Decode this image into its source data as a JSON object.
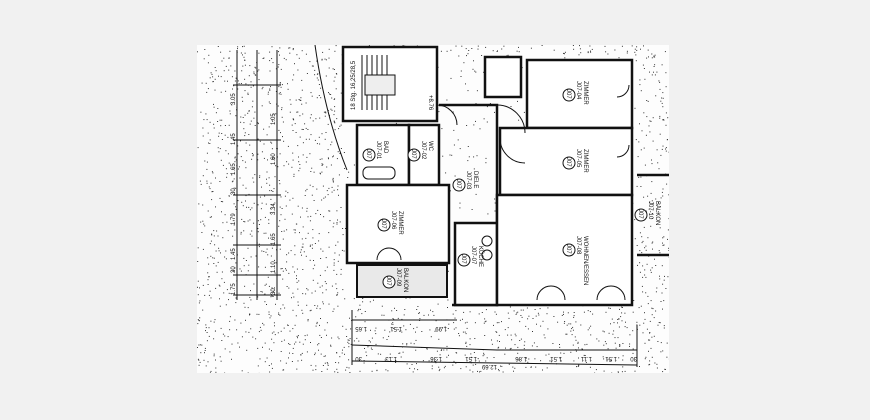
{
  "rooms": [
    {
      "id": "J07-01",
      "name": "BAD",
      "badge": "J07"
    },
    {
      "id": "J07-02",
      "name": "WC",
      "badge": "J07"
    },
    {
      "id": "J07-03",
      "name": "DIELE",
      "badge": "J07"
    },
    {
      "id": "J07-04",
      "name": "ZIMMER",
      "badge": "J07"
    },
    {
      "id": "J07-05",
      "name": "ZIMMER",
      "badge": "J07"
    },
    {
      "id": "J07-06",
      "name": "ZIMMER",
      "badge": "J07"
    },
    {
      "id": "J07-07",
      "name": "KÜCHE",
      "badge": "J07"
    },
    {
      "id": "J07-08",
      "name": "WOHNEN/ESSEN",
      "badge": "J07"
    },
    {
      "id": "J07-09",
      "name": "BALKON",
      "badge": "J07"
    },
    {
      "id": "J07-10",
      "name": "BALKON",
      "badge": "J07"
    }
  ],
  "stair": {
    "label": "18 Stg. 16,25/28,5",
    "level": "+8.76"
  },
  "dims_bottom_row1": [
    "1.65",
    "1.51",
    "1.99"
  ],
  "dims_bottom_row2": [
    "30",
    "1.13",
    "1.36",
    "1.51",
    "1.86",
    "1.51",
    "1.11",
    "1.51",
    "30"
  ],
  "dims_total": "12.69",
  "dims_left_outer": [
    "1.75",
    "30",
    "1.45",
    "1.79",
    "30",
    "1.65",
    "1.45",
    "3.05"
  ],
  "dims_left_inner": [
    "30",
    "1.10",
    "1.65",
    "3.34",
    "1.60",
    "1.05"
  ]
}
